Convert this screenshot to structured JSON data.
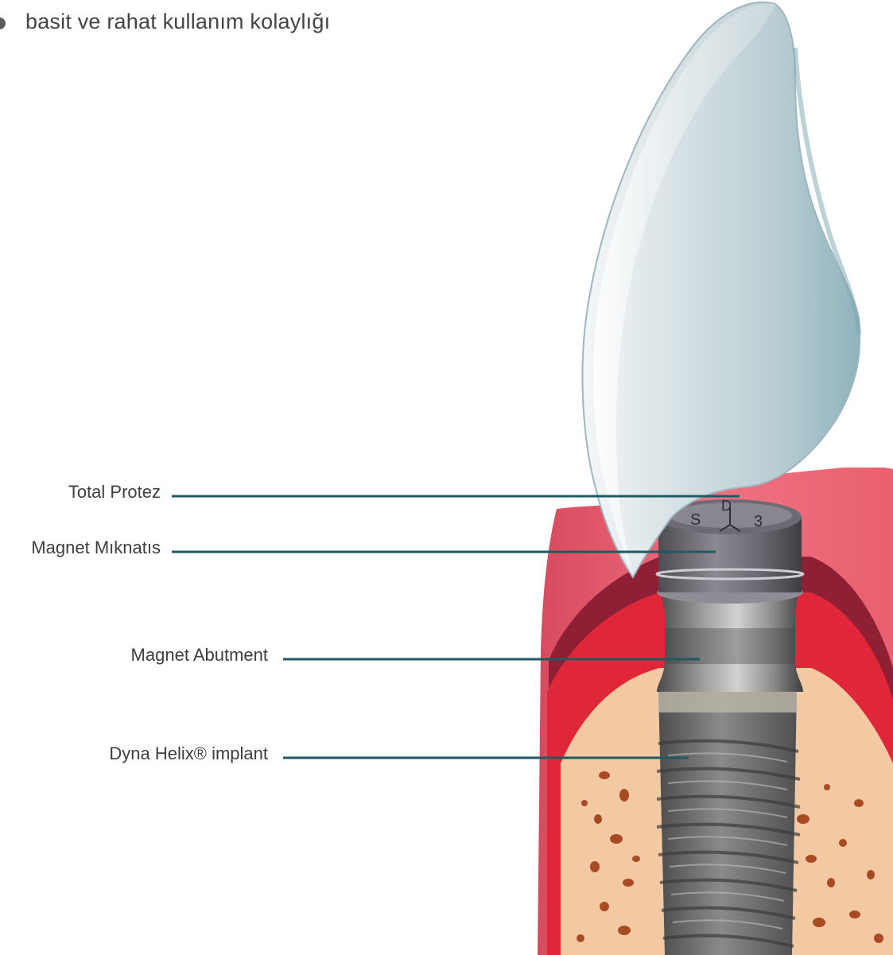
{
  "bullet": {
    "text": "basit ve rahat kullanım kolaylığı"
  },
  "callouts": [
    {
      "id": "total-protez",
      "label": "Total Protez"
    },
    {
      "id": "magnet-miknatis",
      "label": "Magnet Mıknatıs"
    },
    {
      "id": "magnet-abutment",
      "label": "Magnet Abutment"
    },
    {
      "id": "dyna-helix-implant",
      "label": "Dyna Helix® implant"
    }
  ],
  "magnet_marks": [
    "S",
    "D",
    "3"
  ],
  "colors": {
    "leader_line": "#1e5a66",
    "gum": "#ea5a6a",
    "bone": "#f2c9a6",
    "crown": "#c9d8dc",
    "implant": "#7a7a7a"
  }
}
